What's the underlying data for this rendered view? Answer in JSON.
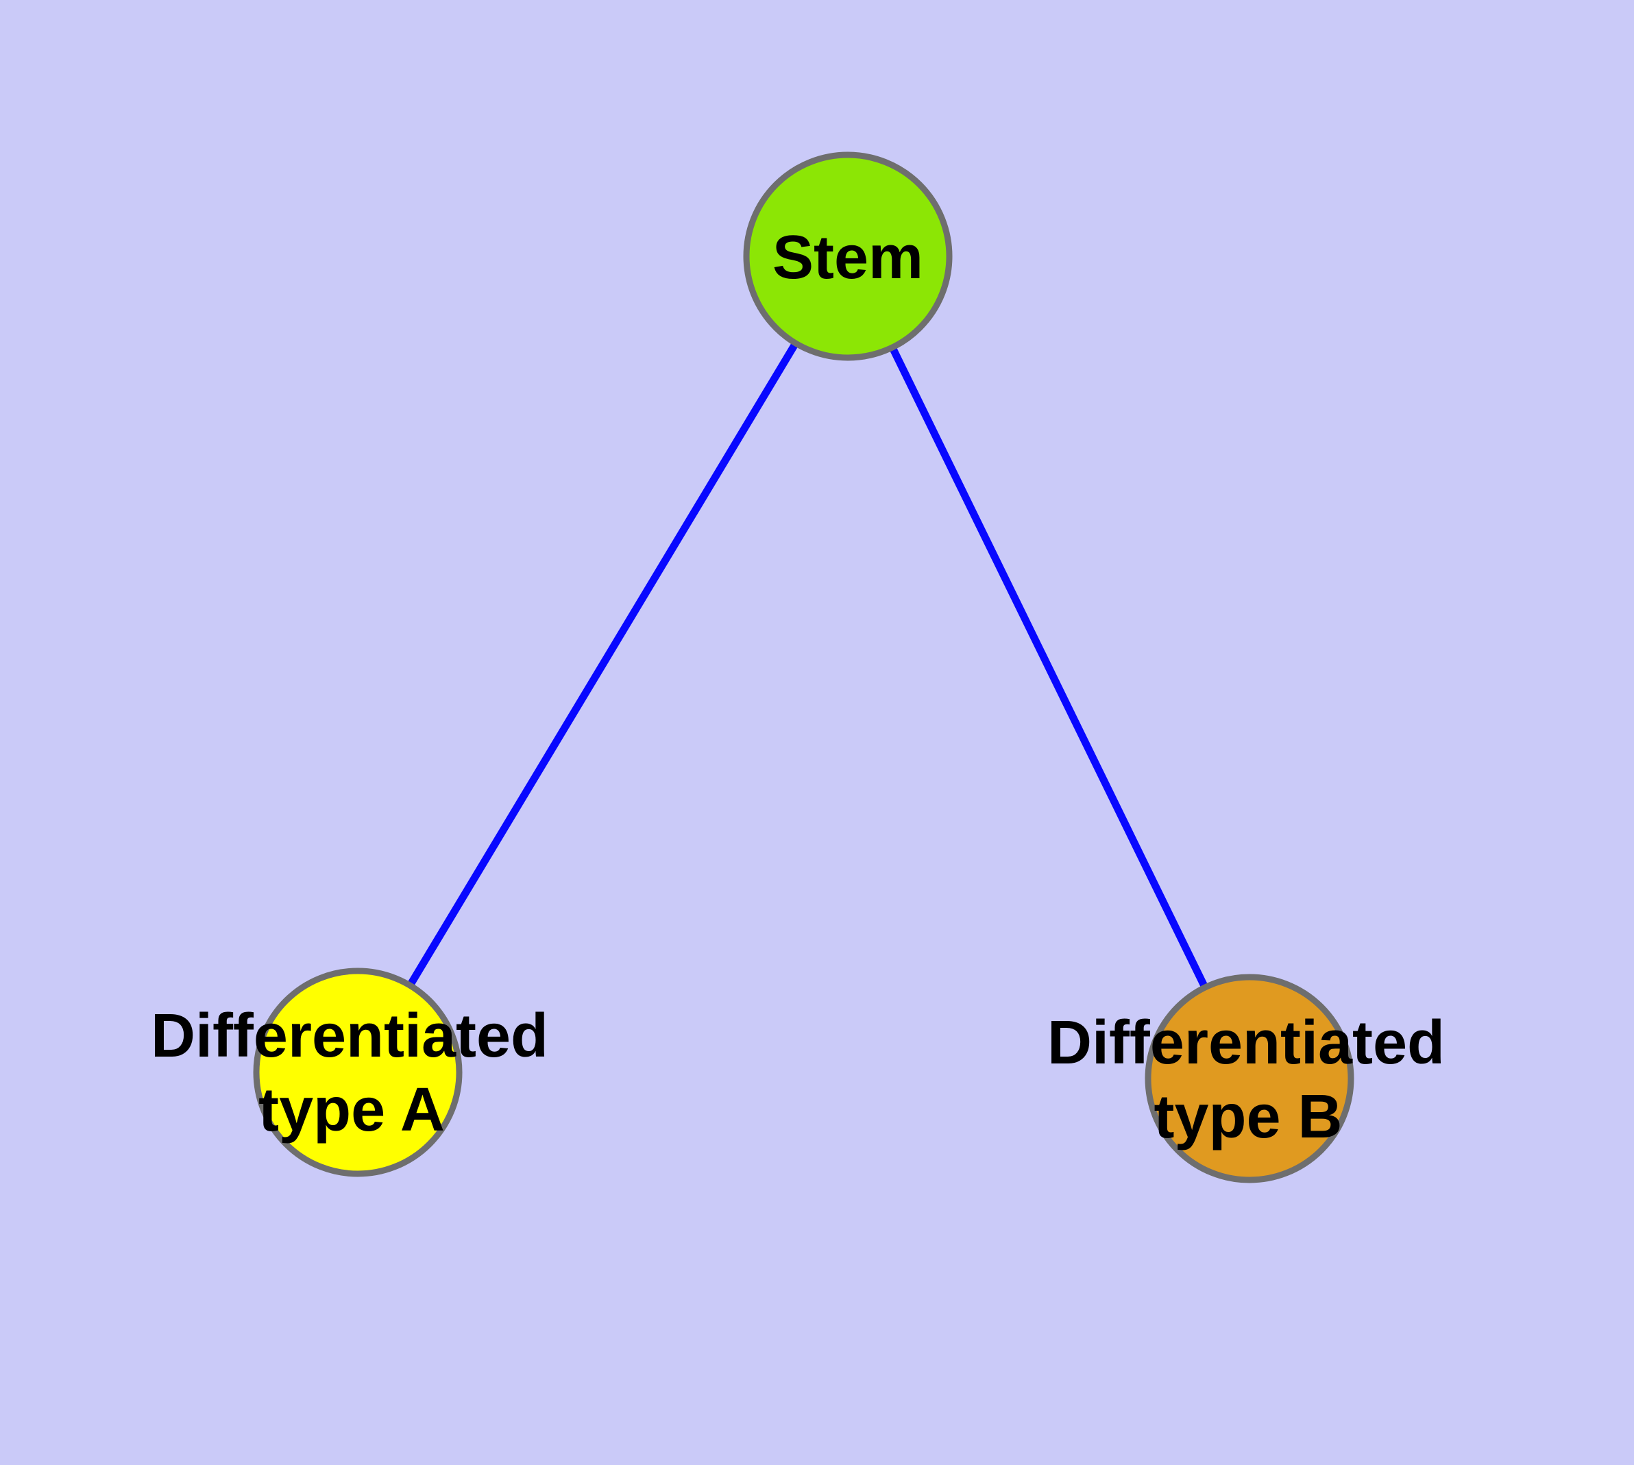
{
  "diagram": {
    "description": "Cell differentiation graph: a stem node connected to two differentiated cell type nodes",
    "background_color": "#CACAF8",
    "edge_color": "#0808FF",
    "node_border_color": "#6E6E6E",
    "text_color": "#000000",
    "nodes": {
      "stem": {
        "id": "stem",
        "color": "#8CE605",
        "label_lines": [
          "Stem"
        ]
      },
      "type_a": {
        "id": "differentiated-type-a",
        "color": "#FFFF00",
        "label_lines": [
          "Differentiated",
          "type A"
        ]
      },
      "type_b": {
        "id": "differentiated-type-b",
        "color": "#E09A20",
        "label_lines": [
          "Differentiated",
          "type B"
        ]
      }
    },
    "edges": [
      {
        "from": "stem",
        "to": "differentiated-type-a"
      },
      {
        "from": "stem",
        "to": "differentiated-type-b"
      }
    ]
  }
}
